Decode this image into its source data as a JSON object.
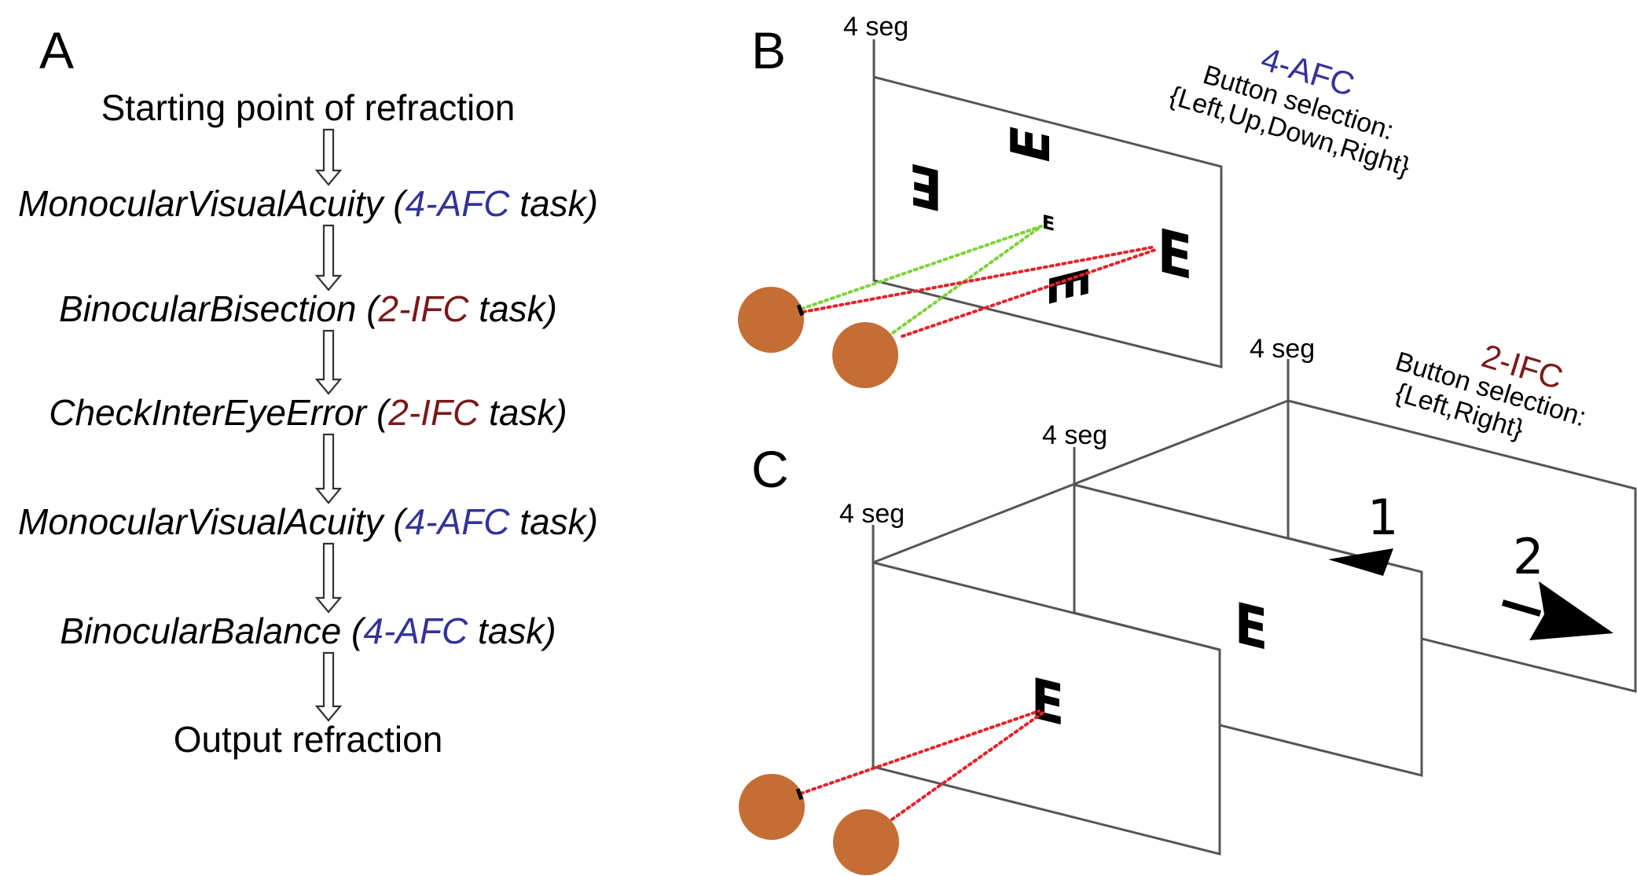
{
  "colors": {
    "afc_blue": "#333399",
    "ifc_red": "#7A1A1A",
    "eye": "#C46E36",
    "ray_green": "#7ED23A",
    "ray_red": "#E5222A"
  },
  "panel_a": {
    "label": "A",
    "steps": [
      {
        "name": "Starting point of refraction",
        "italic": false,
        "paren_open": "",
        "task_type": "",
        "task_suffix": "",
        "task_color": ""
      },
      {
        "name": "MonocularVisualAcuity",
        "italic": true,
        "paren_open": " (",
        "task_type": "4-AFC",
        "task_suffix": " task)",
        "task_color": "afc_blue"
      },
      {
        "name": "BinocularBisection",
        "italic": true,
        "paren_open": " (",
        "task_type": "2-IFC",
        "task_suffix": " task)",
        "task_color": "ifc_red"
      },
      {
        "name": "CheckInterEyeError",
        "italic": true,
        "paren_open": " (",
        "task_type": "2-IFC",
        "task_suffix": " task)",
        "task_color": "ifc_red"
      },
      {
        "name": "MonocularVisualAcuity",
        "italic": true,
        "paren_open": " (",
        "task_type": "4-AFC",
        "task_suffix": " task)",
        "task_color": "afc_blue"
      },
      {
        "name": "BinocularBalance",
        "italic": true,
        "paren_open": " (",
        "task_type": "4-AFC",
        "task_suffix": " task)",
        "task_color": "afc_blue"
      },
      {
        "name": "Output refraction",
        "italic": false,
        "paren_open": "",
        "task_type": "",
        "task_suffix": "",
        "task_color": ""
      }
    ],
    "arrow_icon": "hollow-down-arrow"
  },
  "panel_b": {
    "label": "B",
    "duration_label": "4 seg",
    "task_title": "4-AFC",
    "button_line1": "Button selection:",
    "button_line2": "{Left,Up,Down,Right}",
    "optotypes": [
      "E (left)",
      "E (up)",
      "E (small, right)",
      "E (right)",
      "E (down)"
    ]
  },
  "panel_c": {
    "label": "C",
    "duration_labels": [
      "4 seg",
      "4 seg",
      "4 seg"
    ],
    "task_title": "2-IFC",
    "button_line1": "Button selection:",
    "button_line2": "{Left,Right}",
    "interval_labels": [
      "1",
      "2"
    ],
    "optotypes": [
      "E",
      "E"
    ]
  }
}
